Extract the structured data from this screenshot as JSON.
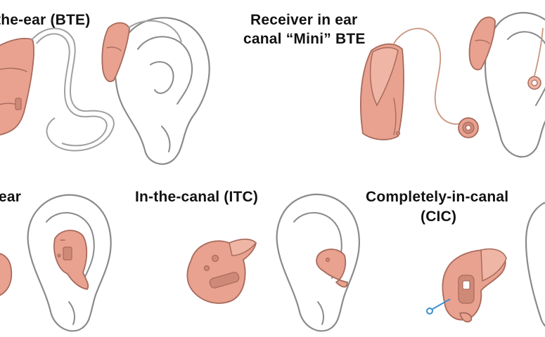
{
  "labels": {
    "bte": "the-ear (BTE)",
    "ric_line1": "Receiver in ear",
    "ric_line2": "canal “Mini” BTE",
    "ite": "ear",
    "itc": "In-the-canal (ITC)",
    "cic_line1": "Completely-in-canal",
    "cic_line2": "(CIC)"
  },
  "colors": {
    "device_fill": "#e8a28f",
    "device_outline": "#a86a5c",
    "ear_outline": "#8a8a8a",
    "pull_string": "#3a8fd0"
  }
}
